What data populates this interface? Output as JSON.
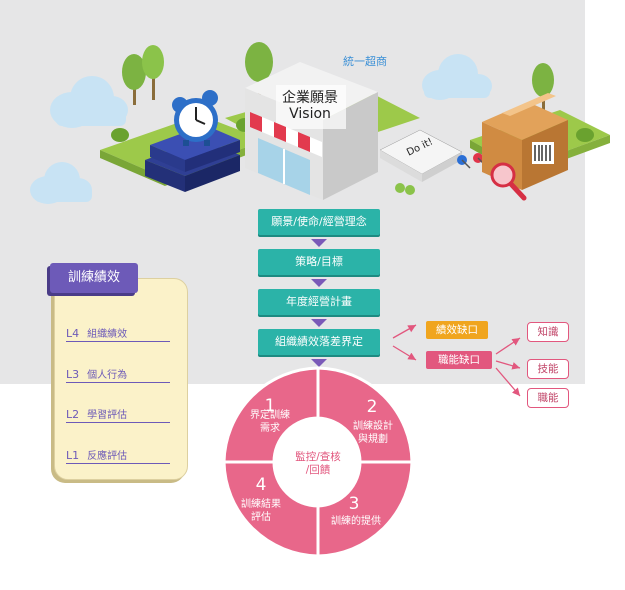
{
  "company_label": "統一超商",
  "store": {
    "sign": "企業願景",
    "sign_en": "Vision"
  },
  "note_text": "Do it!",
  "flow_steps": [
    "願景/使命/經營理念",
    "策略/目標",
    "年度經營計畫",
    "組織績效落差界定"
  ],
  "gaps": {
    "performance": "績效缺口",
    "function": "職能缺口"
  },
  "skills": [
    "知識",
    "技能",
    "職能"
  ],
  "evaluation": {
    "title": "訓練績效",
    "levels": [
      {
        "code": "L4",
        "name": "組織績效"
      },
      {
        "code": "L3",
        "name": "個人行為"
      },
      {
        "code": "L2",
        "name": "學習評估"
      },
      {
        "code": "L1",
        "name": "反應評估"
      }
    ]
  },
  "cycle": {
    "center": [
      "監控/查核",
      "/回饋"
    ],
    "segments": [
      {
        "num": "1",
        "label": [
          "界定訓練",
          "需求"
        ]
      },
      {
        "num": "2",
        "label": [
          "訓練設計",
          "與規劃"
        ]
      },
      {
        "num": "3",
        "label": [
          "訓練的提供"
        ]
      },
      {
        "num": "4",
        "label": [
          "訓練結果",
          "評估"
        ]
      }
    ]
  },
  "colors": {
    "teal": "#2bb3a8",
    "orange": "#f0a51e",
    "pink": "#e2577e",
    "purple": "#6d5ab8",
    "cream": "#fbf2c9"
  }
}
